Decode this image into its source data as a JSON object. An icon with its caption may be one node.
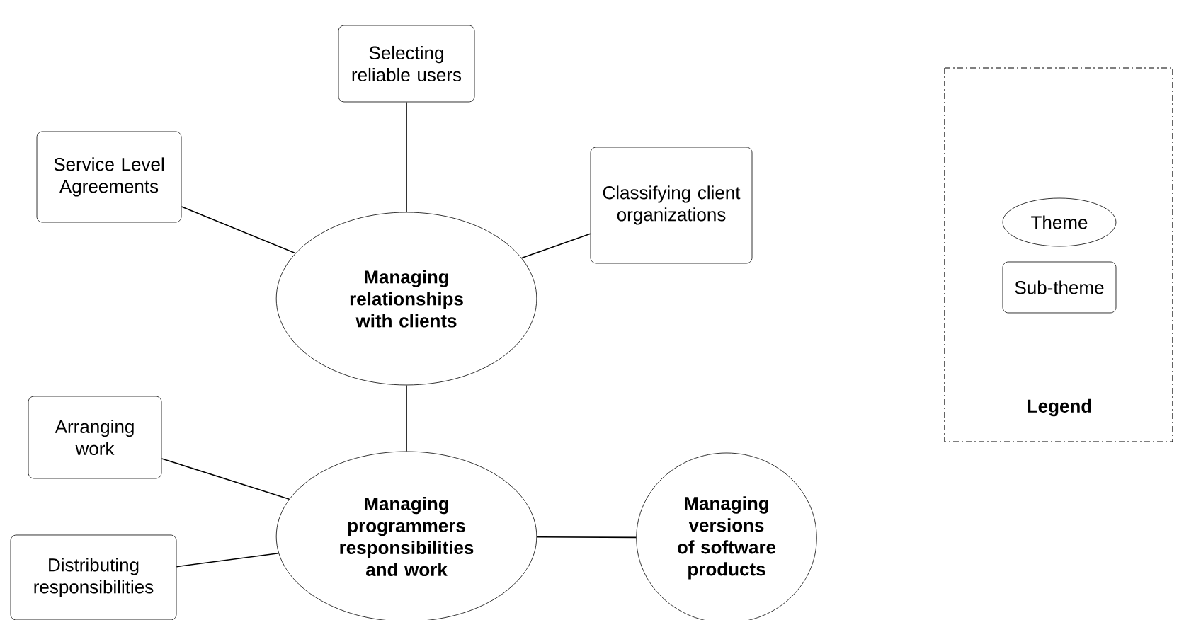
{
  "diagram": {
    "nodes": [
      {
        "text": [
          "Selecting reliable users"
        ]
      },
      {
        "text": [
          "Service Level Agreements"
        ]
      },
      {
        "text": [
          "Classifying client organizations"
        ]
      },
      {
        "text": [
          "Managing relationships with clients"
        ]
      },
      {
        "text": [
          "Arranging work"
        ]
      },
      {
        "text": [
          "Managing programmers responsibilities and work"
        ]
      },
      {
        "text": [
          "Managing versions of software products"
        ]
      },
      {
        "text": [
          "Distributing responsibilities"
        ]
      }
    ],
    "edges": [
      {
        "from": 3,
        "to": 0,
        "arrow": "none"
      },
      {
        "from": 3,
        "to": 1,
        "arrow": "none"
      },
      {
        "from": 3,
        "to": 2,
        "arrow": "none"
      },
      {
        "from": 3,
        "to": 5,
        "arrow": "none"
      },
      {
        "from": 5,
        "to": 4,
        "arrow": "none"
      },
      {
        "from": 5,
        "to": 7,
        "arrow": "none"
      },
      {
        "from": 5,
        "to": 6,
        "arrow": "none"
      }
    ],
    "labels": [
      "Legend"
    ],
    "legend": [
      {
        "text": "Theme"
      },
      {
        "text": "Sub-theme"
      }
    ]
  }
}
